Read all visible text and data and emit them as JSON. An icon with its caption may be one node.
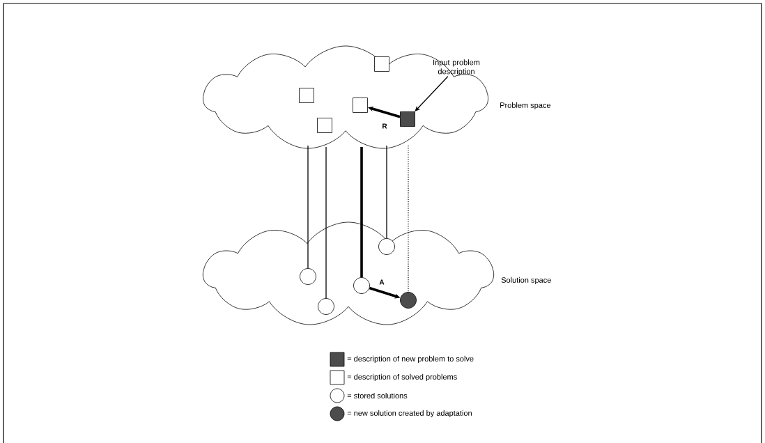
{
  "diagram": {
    "nodes": [
      {
        "text": [],
        "shape": "cloud",
        "beside": [
          "Problem space"
        ]
      },
      {
        "text": [],
        "shape": "box",
        "in": 0
      },
      {
        "text": [],
        "shape": "box",
        "in": 0
      },
      {
        "text": [],
        "shape": "box",
        "in": 0
      },
      {
        "text": [],
        "shape": "box",
        "in": 0
      },
      {
        "text": [],
        "shape": "box",
        "in": 0
      },
      {
        "text": [
          "Input problem description"
        ]
      },
      {
        "text": [],
        "shape": "cloud",
        "beside": [
          "Solution space"
        ]
      },
      {
        "text": [],
        "shape": "circle",
        "in": 7
      },
      {
        "text": [],
        "shape": "circle",
        "in": 7
      },
      {
        "text": [],
        "shape": "circle",
        "in": 7
      },
      {
        "text": [],
        "shape": "circle",
        "in": 7
      },
      {
        "text": [],
        "shape": "circle",
        "in": 7
      }
    ],
    "edges": [
      {
        "from": 5,
        "to": 3,
        "arrow": "to",
        "label": "R",
        "style": "thick"
      },
      {
        "from": 6,
        "to": 5,
        "arrow": "to"
      },
      {
        "from": 0,
        "to": 9,
        "arrow": "none"
      },
      {
        "from": 0,
        "to": 11,
        "arrow": "none"
      },
      {
        "from": 0,
        "to": 10,
        "arrow": "none",
        "style": "thick"
      },
      {
        "from": 0,
        "to": 8,
        "arrow": "none"
      },
      {
        "from": 0,
        "to": 12,
        "arrow": "none",
        "style": "dashed"
      },
      {
        "from": 10,
        "to": 12,
        "arrow": "to",
        "label": "A",
        "style": "thick"
      }
    ],
    "legend": [
      {
        "text": "= description of new problem to solve"
      },
      {
        "text": "= description of solved problems"
      },
      {
        "text": "= stored solutions"
      },
      {
        "text": "= new solution created by adaptation"
      }
    ]
  }
}
